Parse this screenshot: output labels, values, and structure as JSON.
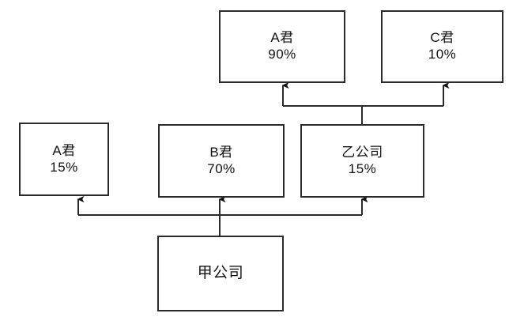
{
  "diagram": {
    "type": "ownership-hierarchy",
    "background_color": "#ffffff",
    "line_color": "#2b2b2b",
    "text_color": "#111111",
    "nodes": [
      {
        "id": "a-top",
        "name": "A君",
        "share": "90%",
        "row": "top"
      },
      {
        "id": "c-top",
        "name": "C君",
        "share": "10%",
        "row": "top"
      },
      {
        "id": "a-mid",
        "name": "A君",
        "share": "15%",
        "row": "middle"
      },
      {
        "id": "b-mid",
        "name": "B君",
        "share": "70%",
        "row": "middle"
      },
      {
        "id": "otsu",
        "name": "乙公司",
        "share": "15%",
        "row": "middle"
      },
      {
        "id": "kou",
        "name": "甲公司",
        "share": "",
        "row": "bottom"
      }
    ],
    "edges": [
      {
        "from": "otsu",
        "to": "a-top",
        "arrow": "up"
      },
      {
        "from": "otsu",
        "to": "c-top",
        "arrow": "up"
      },
      {
        "from": "kou",
        "to": "a-mid",
        "arrow": "up"
      },
      {
        "from": "kou",
        "to": "b-mid",
        "arrow": "up"
      },
      {
        "from": "kou",
        "to": "otsu",
        "arrow": "up"
      }
    ]
  }
}
